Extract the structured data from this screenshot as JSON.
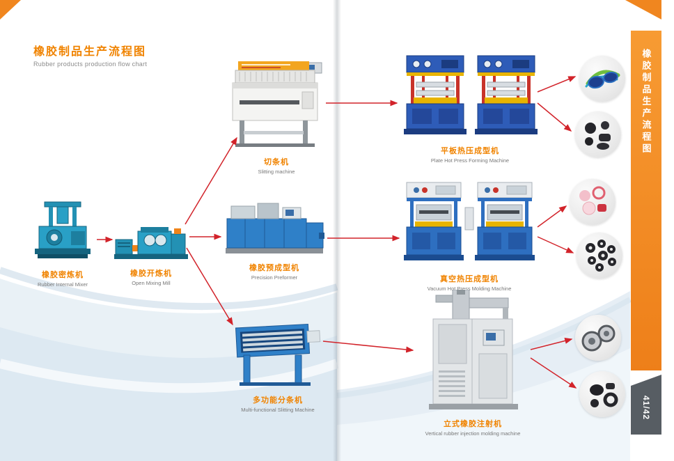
{
  "header": {
    "title_cn": "橡胶制品生产流程图",
    "title_en": "Rubber products production flow chart"
  },
  "side_tab": {
    "label": "橡胶制品生产流程图",
    "page_number": "41/42"
  },
  "machines": [
    {
      "name_cn": "橡胶密炼机",
      "name_en": "Rubber Internal Mixer"
    },
    {
      "name_cn": "橡胶开炼机",
      "name_en": "Open Mixing Mill"
    },
    {
      "name_cn": "切条机",
      "name_en": "Slitting machine"
    },
    {
      "name_cn": "橡胶预成型机",
      "name_en": "Precision Preformer"
    },
    {
      "name_cn": "多功能分条机",
      "name_en": "Multi-functional Slitting Machine"
    },
    {
      "name_cn": "平板热压成型机",
      "name_en": "Plate Hot Press Forming Machine"
    },
    {
      "name_cn": "真空热压成型机",
      "name_en": "Vacuum Hot Press Molding Machine"
    },
    {
      "name_cn": "立式橡胶注射机",
      "name_en": "Vertical rubber injection molding machine"
    }
  ],
  "products": [
    {
      "name": "swim-goggles-photo"
    },
    {
      "name": "dark-rubber-parts-photo"
    },
    {
      "name": "pink-silicone-parts-photo"
    },
    {
      "name": "rubber-grommets-photo"
    },
    {
      "name": "rubber-wheels-photo"
    },
    {
      "name": "molded-black-parts-photo"
    }
  ],
  "colors": {
    "accent_orange": "#f0861f",
    "label_orange": "#f08300",
    "arrow_red": "#d2232a",
    "tab_gray": "#575d63"
  }
}
